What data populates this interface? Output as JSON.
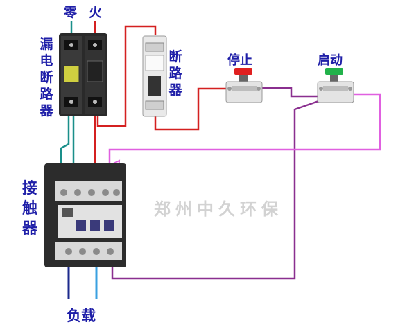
{
  "labels": {
    "neutral": "零",
    "live": "火",
    "leakage_breaker": [
      "漏",
      "电",
      "断",
      "路",
      "器"
    ],
    "breaker": [
      "断",
      "路",
      "器"
    ],
    "stop": "停止",
    "start": "启动",
    "contactor": [
      "接",
      "触",
      "器"
    ],
    "load": "负载"
  },
  "watermark": "郑州中久环保",
  "colors": {
    "label_text": "#1f1fa8",
    "neutral_wire": "#1a8f8a",
    "live_wire": "#d42020",
    "control_wire": "#8a2f8f",
    "pink_wire": "#e060e0",
    "load_wire_left": "#1c2a8c",
    "load_wire_right": "#3aa0e0",
    "stop_button": "#e02020",
    "start_button": "#22b24a",
    "watermark": "#d2d2d2"
  }
}
